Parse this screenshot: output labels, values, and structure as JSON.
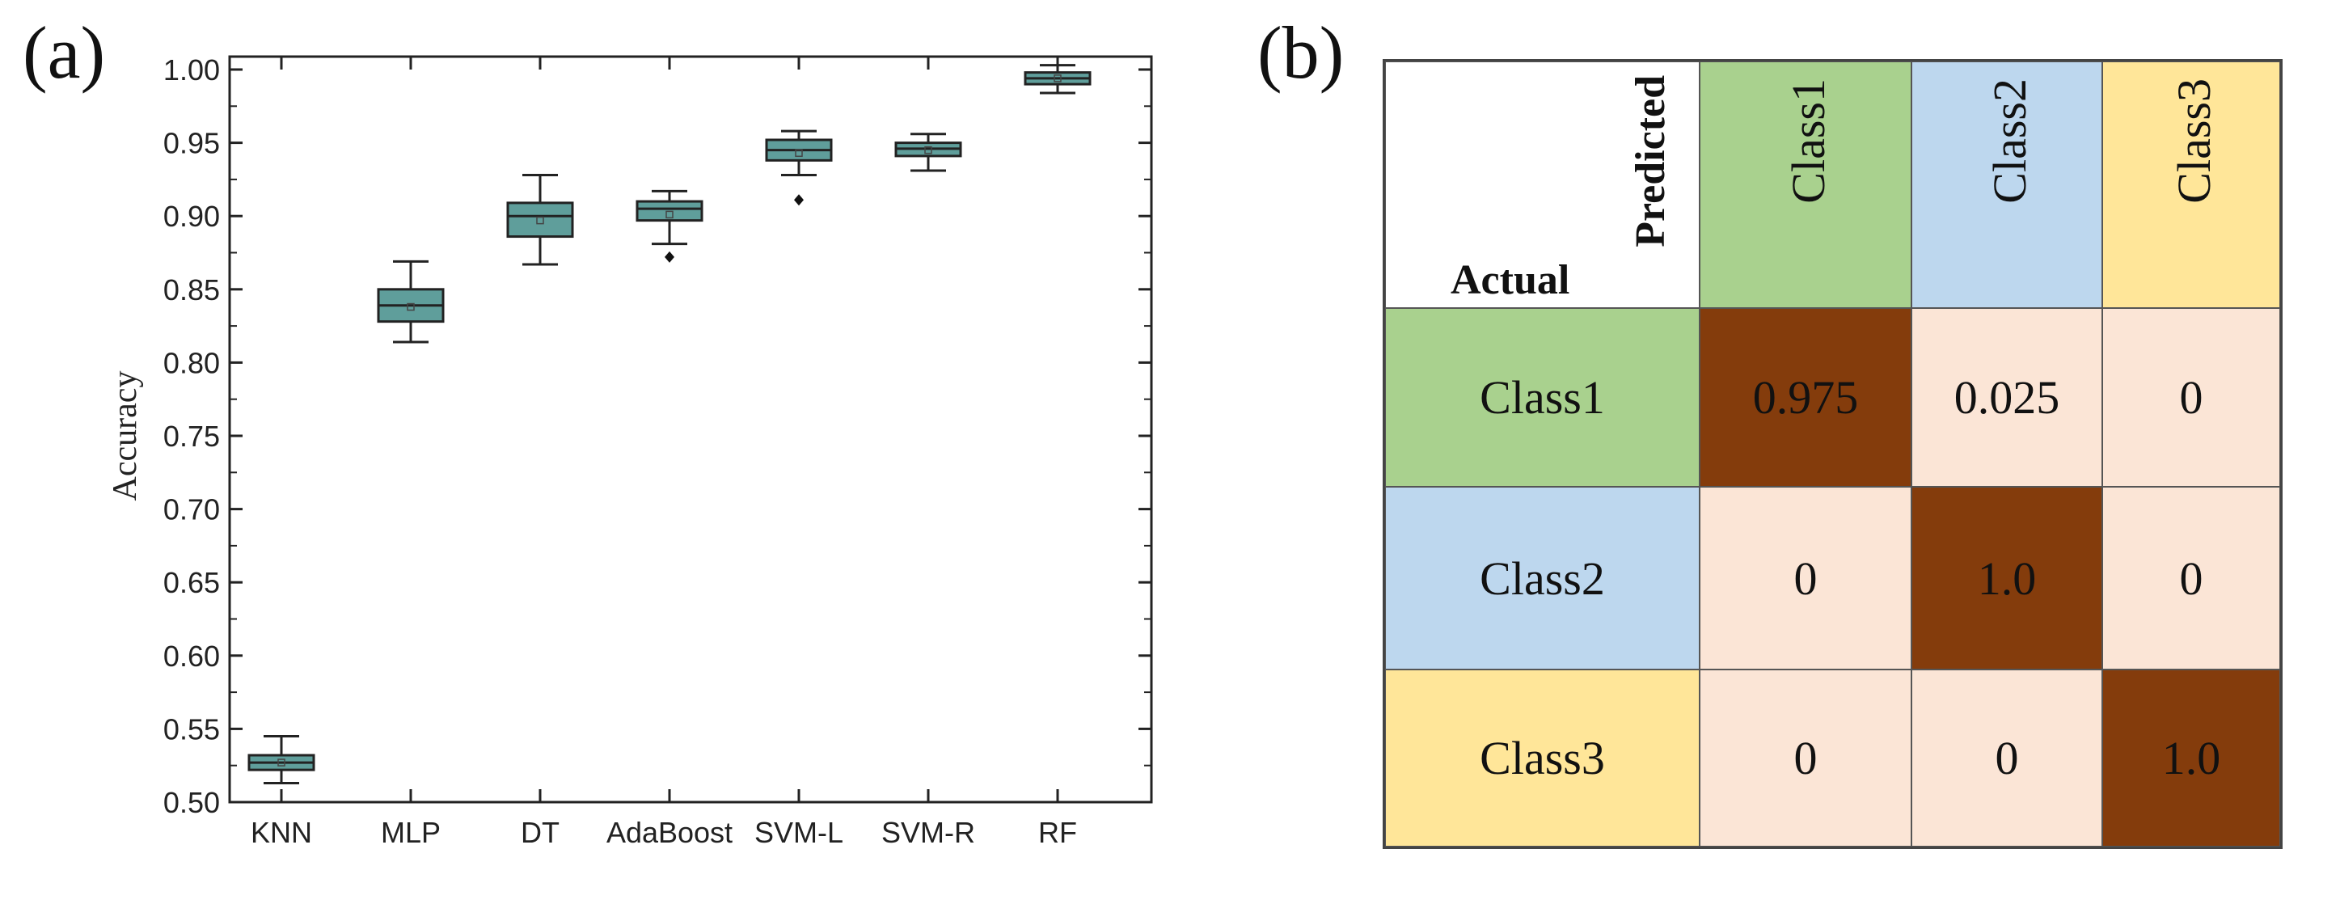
{
  "panels": {
    "a": "(a)",
    "b": "(b)"
  },
  "chart_data": [
    {
      "type": "box",
      "ylabel": "Accuracy",
      "xlabel": "",
      "ylim": [
        0.5,
        1.0
      ],
      "yticks": [
        "0.50",
        "0.55",
        "0.60",
        "0.65",
        "0.70",
        "0.75",
        "0.80",
        "0.85",
        "0.90",
        "0.95",
        "1.00"
      ],
      "box_color": "#5f9e9b",
      "categories": [
        "KNN",
        "MLP",
        "DT",
        "AdaBoost",
        "SVM-L",
        "SVM-R",
        "RF"
      ],
      "boxes": [
        {
          "min": 0.513,
          "q1": 0.522,
          "median": 0.527,
          "q3": 0.532,
          "max": 0.545,
          "mean": 0.527,
          "outliers": []
        },
        {
          "min": 0.814,
          "q1": 0.828,
          "median": 0.839,
          "q3": 0.85,
          "max": 0.869,
          "mean": 0.838,
          "outliers": []
        },
        {
          "min": 0.867,
          "q1": 0.886,
          "median": 0.9,
          "q3": 0.909,
          "max": 0.928,
          "mean": 0.897,
          "outliers": []
        },
        {
          "min": 0.881,
          "q1": 0.897,
          "median": 0.905,
          "q3": 0.91,
          "max": 0.917,
          "mean": 0.901,
          "outliers": [
            0.872
          ]
        },
        {
          "min": 0.928,
          "q1": 0.938,
          "median": 0.945,
          "q3": 0.952,
          "max": 0.958,
          "mean": 0.943,
          "outliers": [
            0.911
          ]
        },
        {
          "min": 0.931,
          "q1": 0.941,
          "median": 0.946,
          "q3": 0.95,
          "max": 0.956,
          "mean": 0.945,
          "outliers": []
        },
        {
          "min": 0.984,
          "q1": 0.99,
          "median": 0.994,
          "q3": 0.998,
          "max": 1.003,
          "mean": 0.994,
          "outliers": []
        }
      ]
    },
    {
      "type": "table",
      "row_header": "Actual",
      "col_header": "Predicted",
      "classes": [
        "Class1",
        "Class2",
        "Class3"
      ],
      "class_colors": [
        "#a9d18e",
        "#bdd7ee",
        "#ffe699"
      ],
      "high_color": "#843c0c",
      "low_color": "#fbe5d6",
      "matrix": [
        [
          "0.975",
          "0.025",
          "0"
        ],
        [
          "0",
          "1.0",
          "0"
        ],
        [
          "0",
          "0",
          "1.0"
        ]
      ]
    }
  ]
}
